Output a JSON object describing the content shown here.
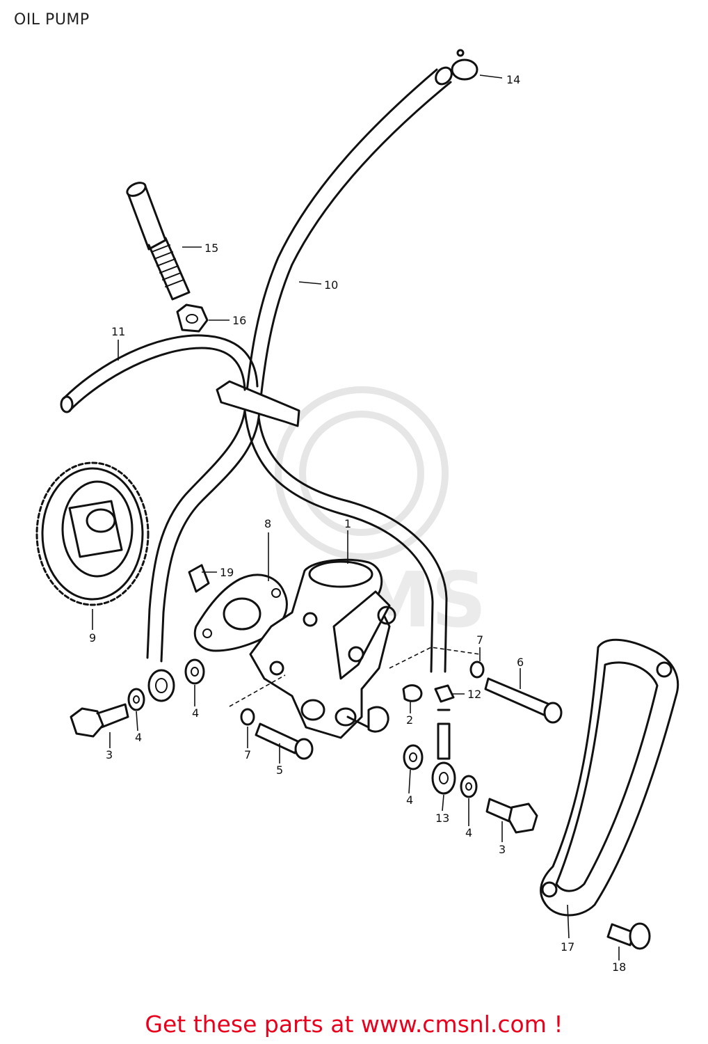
{
  "title": "OIL PUMP",
  "footer": "Get these parts at www.cmsnl.com !",
  "watermark": "CMS",
  "colors": {
    "footer": "#e8001c",
    "lines": "#111111",
    "watermark": "#e6e6e6"
  },
  "callouts": [
    {
      "id": "c1",
      "label": "1"
    },
    {
      "id": "c2",
      "label": "2"
    },
    {
      "id": "c3a",
      "label": "3"
    },
    {
      "id": "c3b",
      "label": "3"
    },
    {
      "id": "c4a",
      "label": "4"
    },
    {
      "id": "c4b",
      "label": "4"
    },
    {
      "id": "c4c",
      "label": "4"
    },
    {
      "id": "c4d",
      "label": "4"
    },
    {
      "id": "c5",
      "label": "5"
    },
    {
      "id": "c6",
      "label": "6"
    },
    {
      "id": "c7a",
      "label": "7"
    },
    {
      "id": "c7b",
      "label": "7"
    },
    {
      "id": "c8",
      "label": "8"
    },
    {
      "id": "c9",
      "label": "9"
    },
    {
      "id": "c10",
      "label": "10"
    },
    {
      "id": "c11",
      "label": "11"
    },
    {
      "id": "c12",
      "label": "12"
    },
    {
      "id": "c13",
      "label": "13"
    },
    {
      "id": "c14",
      "label": "14"
    },
    {
      "id": "c15",
      "label": "15"
    },
    {
      "id": "c16",
      "label": "16"
    },
    {
      "id": "c17",
      "label": "17"
    },
    {
      "id": "c18",
      "label": "18"
    },
    {
      "id": "c19",
      "label": "19"
    }
  ]
}
